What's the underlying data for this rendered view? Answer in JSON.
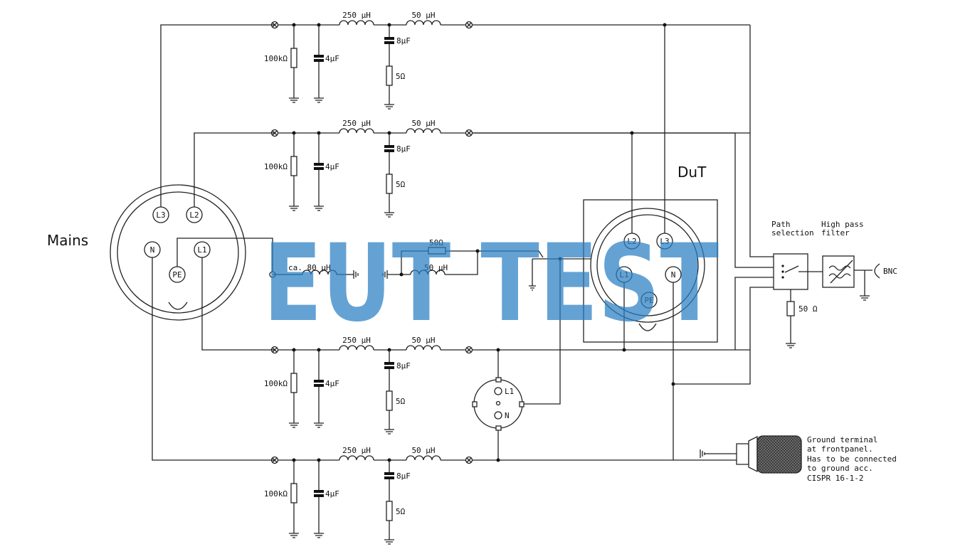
{
  "labels": {
    "mains": "Mains",
    "dut": "DuT",
    "path_selection": [
      "Path",
      "selection"
    ],
    "high_pass": [
      "High pass",
      "filter"
    ],
    "bnc": "BNC",
    "r50_out": "50 Ω",
    "ground_terminal": [
      "Ground terminal",
      "at frontpanel.",
      "Has to be connected",
      "to ground acc.",
      "CISPR 16-1-2"
    ],
    "pe_ind": "ca. 80 µH",
    "pe_r": "50Ω",
    "pe_l": "50 µH"
  },
  "lines": [
    {
      "l1": "250 µH",
      "l2": "50 µH",
      "r": "100kΩ",
      "c": "4µF",
      "c2": "8µF",
      "r2": "5Ω"
    },
    {
      "l1": "250 µH",
      "l2": "50 µH",
      "r": "100kΩ",
      "c": "4µF",
      "c2": "8µF",
      "r2": "5Ω"
    },
    {
      "l1": "250 µH",
      "l2": "50 µH",
      "r": "100kΩ",
      "c": "4µF",
      "c2": "8µF",
      "r2": "5Ω"
    },
    {
      "l1": "250 µH",
      "l2": "50 µH",
      "r": "100kΩ",
      "c": "4µF",
      "c2": "8µF",
      "r2": "5Ω"
    }
  ],
  "mains_pins": {
    "l3": "L3",
    "l2": "L2",
    "n": "N",
    "l1": "L1",
    "pe": "PE"
  },
  "dut_pins": {
    "l2": "L2",
    "l3": "L3",
    "l1": "L1",
    "n": "N",
    "pe": "PE"
  },
  "schuko_pins": {
    "l1": "L1",
    "n": "N"
  },
  "watermark": "EUT TEST"
}
